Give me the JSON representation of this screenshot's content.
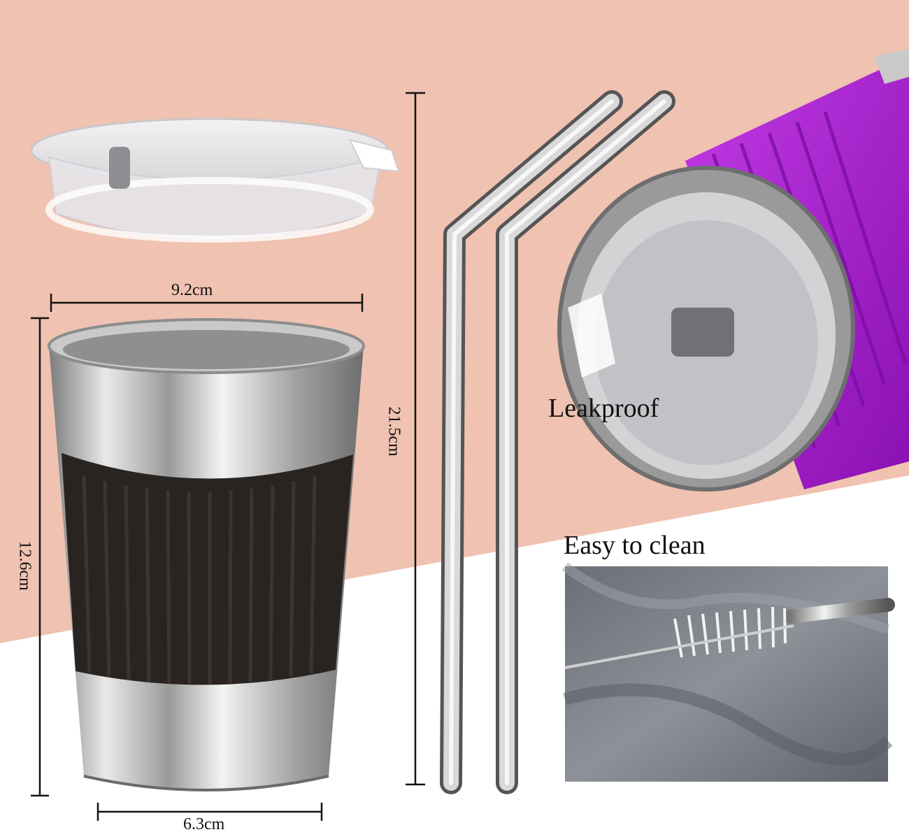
{
  "colors": {
    "background_top": "#f0c2b1",
    "background_bottom": "#ffffff",
    "steel": "#b8b8b8",
    "sleeve_dark": "#2a2420",
    "sleeve_purple": "#a61ad0",
    "dimension_line": "#111111"
  },
  "dimensions": {
    "lid_width": "9.2cm",
    "cup_height": "12.6cm",
    "straw_length": "21.5cm",
    "cup_base": "6.3cm"
  },
  "callouts": {
    "leakproof": "Leakproof",
    "easy_clean": "Easy to clean"
  },
  "items": {
    "lid": "clear-lid",
    "cup": "stainless-cup-with-sleeve",
    "straws": "bent-steel-straws",
    "tumbler": "tumbler-with-purple-sleeve",
    "brush": "cleaning-brush"
  }
}
